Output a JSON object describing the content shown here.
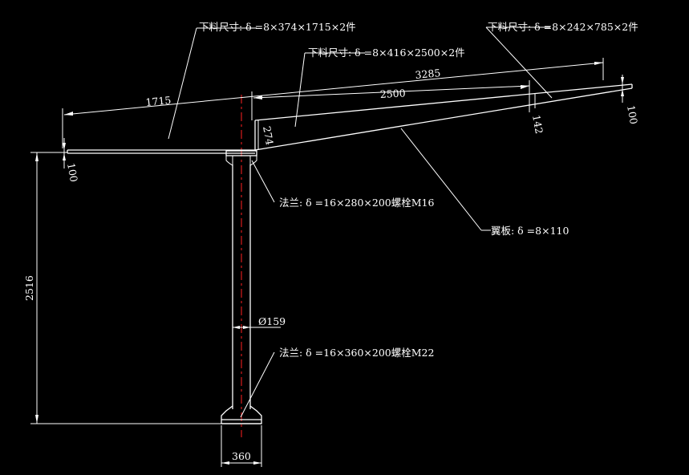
{
  "colors": {
    "background": "#000000",
    "lines": "#ffffff",
    "centerline": "#ff2020"
  },
  "labels": {
    "cut1": "下料尺寸: δ =8×374×1715×2件",
    "cut2": "下料尺寸: δ =8×416×2500×2件",
    "cut3": "下料尺寸: δ =8×242×785×2件",
    "flange_top": "法兰: δ =16×280×200螺栓M16",
    "wing_plate": "翼板: δ =8×110",
    "flange_bottom": "法兰: δ =16×360×200螺栓M22"
  },
  "dimensions": {
    "d1715": "1715",
    "d3285": "3285",
    "d2500": "2500",
    "d274": "274",
    "d142": "142",
    "d100_right": "100",
    "d100_left": "100",
    "d2516": "2516",
    "dia159": "Ø159",
    "d360": "360"
  }
}
